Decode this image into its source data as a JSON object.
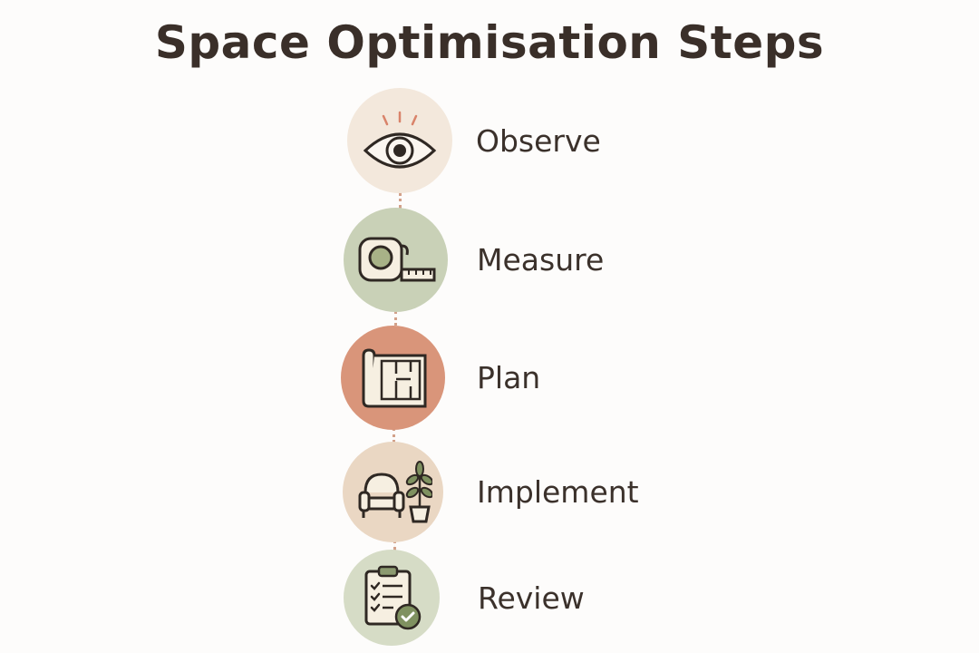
{
  "title": "Space Optimisation Steps",
  "steps": [
    {
      "label": "Observe",
      "icon": "eye-icon",
      "color": "#f3e8dc"
    },
    {
      "label": "Measure",
      "icon": "tape-measure-icon",
      "color": "#c9d1b7"
    },
    {
      "label": "Plan",
      "icon": "floor-plan-icon",
      "color": "#d9957a"
    },
    {
      "label": "Implement",
      "icon": "armchair-plant-icon",
      "color": "#ead7c3"
    },
    {
      "label": "Review",
      "icon": "clipboard-check-icon",
      "color": "#d6dcc6"
    }
  ],
  "connector_color": "#d2a18a"
}
